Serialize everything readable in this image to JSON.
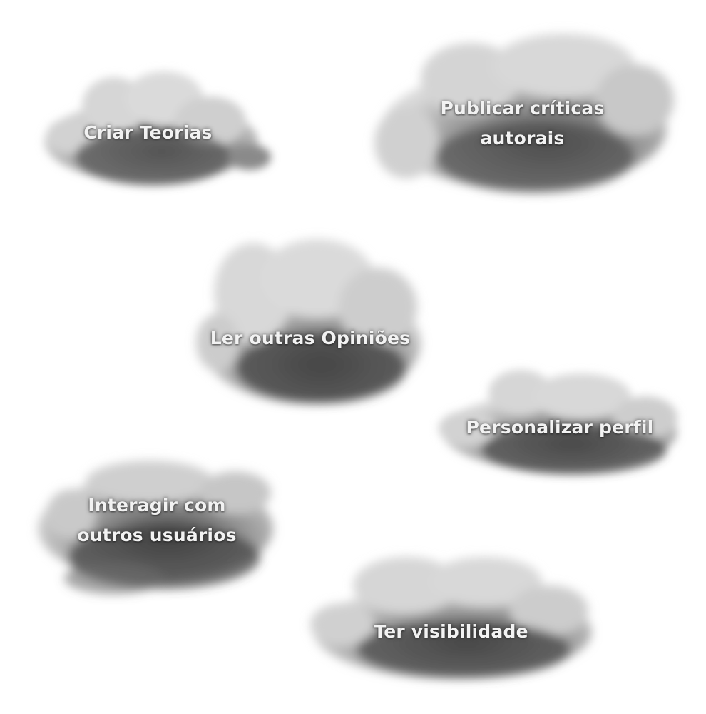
{
  "colors": {
    "background": "#ffffff",
    "cloud_light": "#dcdcdc",
    "cloud_mid": "#9a9a9a",
    "cloud_dark": "#3c3c3c",
    "label_text": "#f2f2f2"
  },
  "clouds": [
    {
      "id": "criar-teorias",
      "lines": [
        "Criar Teorias"
      ]
    },
    {
      "id": "publicar-criticas",
      "lines": [
        "Publicar críticas",
        "autorais"
      ]
    },
    {
      "id": "ler-opinioes",
      "lines": [
        "Ler outras Opiniões"
      ]
    },
    {
      "id": "personalizar-perfil",
      "lines": [
        "Personalizar perfil"
      ]
    },
    {
      "id": "interagir-usuarios",
      "lines": [
        "Interagir com",
        "outros usuários"
      ]
    },
    {
      "id": "ter-visibilidade",
      "lines": [
        "Ter visibilidade"
      ]
    }
  ]
}
